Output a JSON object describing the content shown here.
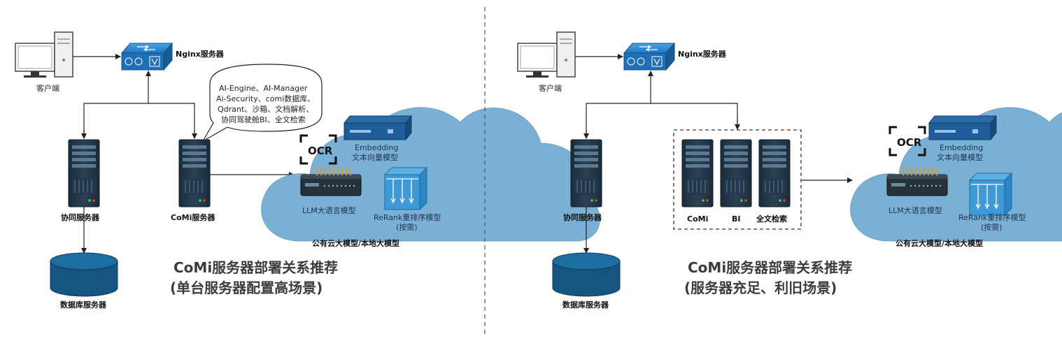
{
  "left": {
    "client_label": "客户端",
    "nginx_label": "Nginx服务器",
    "collab_label": "协同服务器",
    "comi_label": "CoMi服务器",
    "db_label": "数据库服务器",
    "bubble_lines": [
      "AI-Engine、AI-Manager",
      "Ai-Security、comi数据库、",
      "Qdrant、沙箱、文档解析、",
      "协同驾驶舱BI、全文检索"
    ],
    "cloud": {
      "ocr": "OCR",
      "embedding_line1": "Embedding",
      "embedding_line2": "文本向量模型",
      "llm": "LLM大语言模型",
      "rerank_line1": "ReRank重排序模型",
      "rerank_line2": "(按需)",
      "caption": "公有云大模型/本地大模型"
    },
    "title_line1": "CoMi服务器部署关系推荐",
    "title_line2": "(单台服务器配置高场景)"
  },
  "right": {
    "client_label": "客户端",
    "nginx_label": "Nginx服务器",
    "collab_label": "协同服务器",
    "db_label": "数据库服务器",
    "group_labels": [
      "CoMi",
      "BI",
      "全文检索"
    ],
    "cloud": {
      "ocr": "OCR",
      "embedding_line1": "Embedding",
      "embedding_line2": "文本向量模型",
      "llm": "LLM大语言模型",
      "rerank_line1": "ReRank重排序模型",
      "rerank_line2": "(按需)",
      "caption": "公有云大模型/本地大模型"
    },
    "title_line1": "CoMi服务器部署关系推荐",
    "title_line2": "(服务器充足、利旧场景)"
  }
}
